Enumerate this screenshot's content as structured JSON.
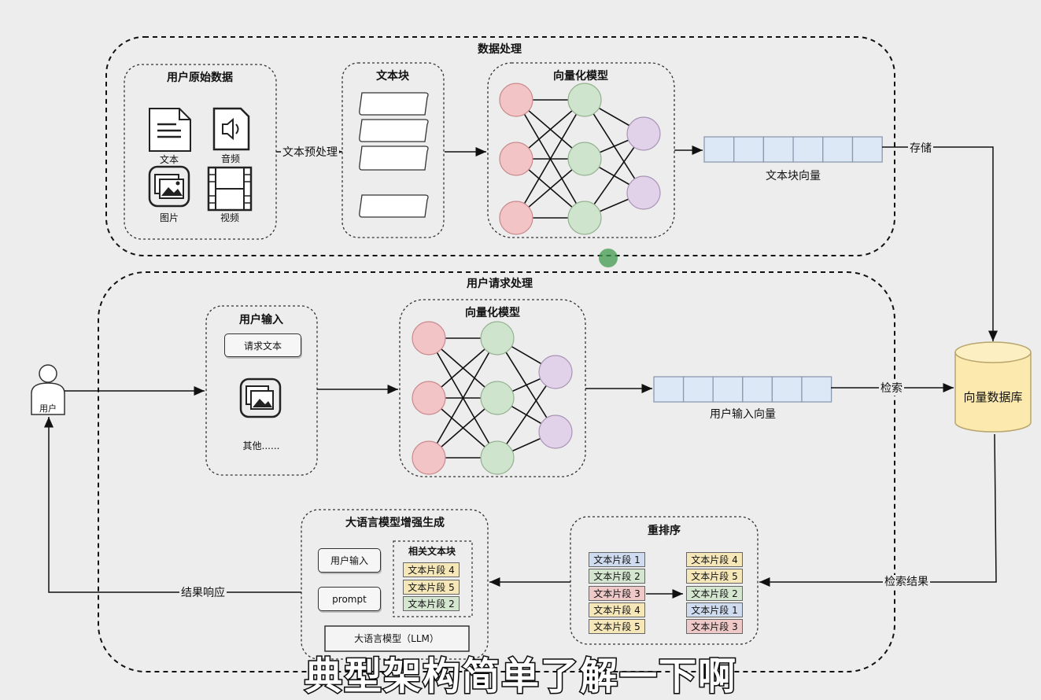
{
  "sections": {
    "data_processing": "数据处理",
    "user_request": "用户请求处理"
  },
  "raw_data": {
    "title": "用户原始数据",
    "items": [
      "文本",
      "音频",
      "图片",
      "视频"
    ]
  },
  "edge_preprocess": "文本预处理",
  "text_block_title": "文本块",
  "vector_model_title": "向量化模型",
  "text_block_vector": "文本块向量",
  "edge_store": "存储",
  "vector_db": "向量数据库",
  "user_label": "用户",
  "user_input": {
    "title": "用户输入",
    "request_text": "请求文本",
    "other": "其他......"
  },
  "user_input_vector": "用户输入向量",
  "edge_retrieve": "检索",
  "edge_retrieve_result": "检索结果",
  "rerank": {
    "title": "重排序",
    "left": [
      {
        "label": "文本片段 1",
        "color": "#cfdcf0"
      },
      {
        "label": "文本片段 2",
        "color": "#d4e6cf"
      },
      {
        "label": "文本片段 3",
        "color": "#efc8c8"
      },
      {
        "label": "文本片段 4",
        "color": "#f6e7b9"
      },
      {
        "label": "文本片段 5",
        "color": "#f6e7b9"
      }
    ],
    "right": [
      {
        "label": "文本片段 4",
        "color": "#f6e7b9"
      },
      {
        "label": "文本片段 5",
        "color": "#f6e7b9"
      },
      {
        "label": "文本片段 2",
        "color": "#d4e6cf"
      },
      {
        "label": "文本片段 1",
        "color": "#cfdcf0"
      },
      {
        "label": "文本片段 3",
        "color": "#efc8c8"
      }
    ]
  },
  "llm": {
    "title": "大语言模型增强生成",
    "user_input": "用户输入",
    "prompt": "prompt",
    "related_title": "相关文本块",
    "related": [
      {
        "label": "文本片段 4",
        "color": "#f6e7b9"
      },
      {
        "label": "文本片段 5",
        "color": "#f6e7b9"
      },
      {
        "label": "文本片段 2",
        "color": "#d4e6cf"
      }
    ],
    "model": "大语言模型（LLM）"
  },
  "edge_result": "结果响应",
  "subtitle": "典型架构简单了解一下啊",
  "colors": {
    "node_red": "#f2c4c6",
    "node_green": "#cfe4cc",
    "node_purple": "#e1d2ea",
    "vector_cell": "#dde8f6",
    "db_fill": "#fbe9ad"
  }
}
